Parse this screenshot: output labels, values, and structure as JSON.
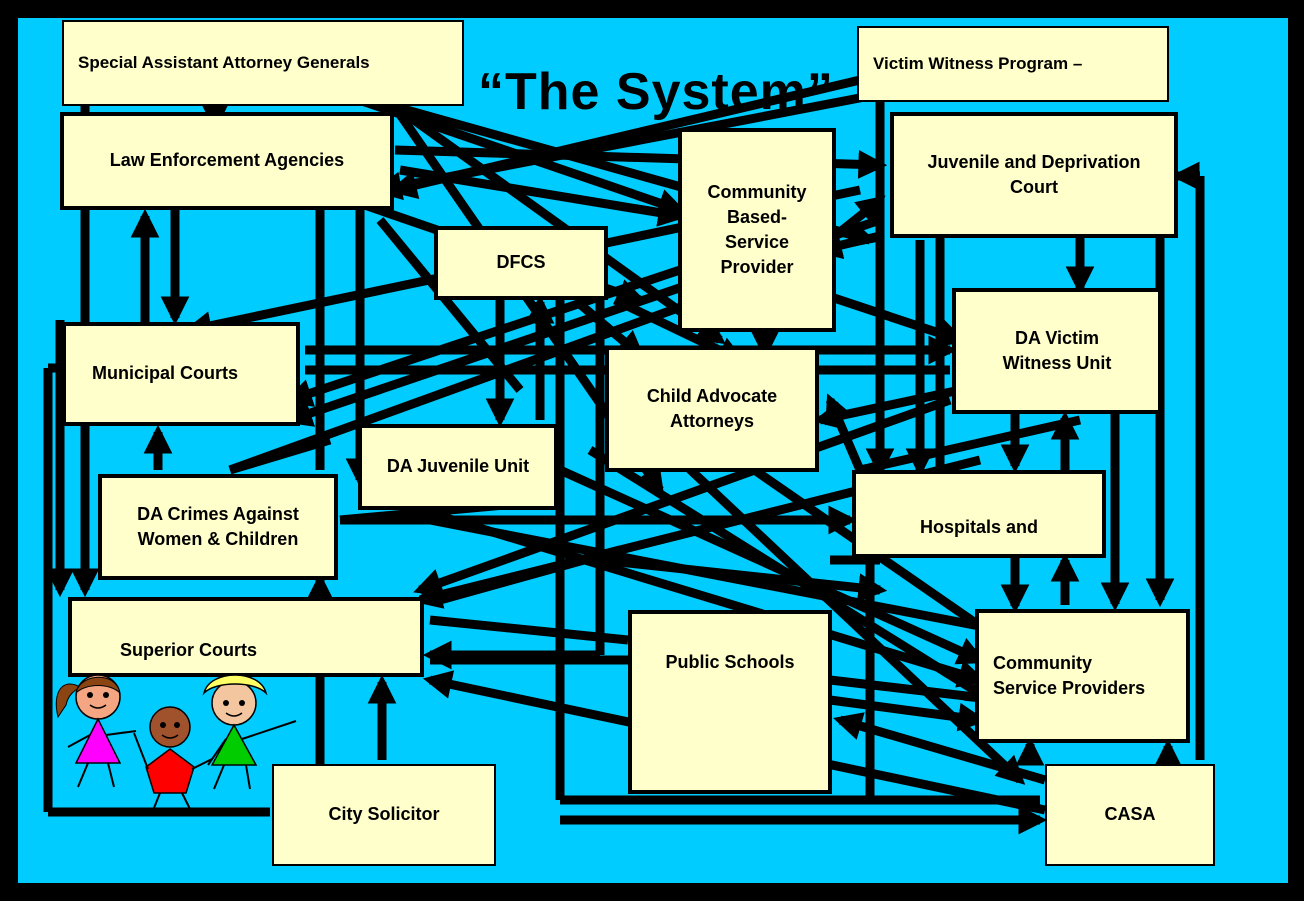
{
  "title": "“The System”",
  "colors": {
    "background": "#00ccff",
    "box_fill": "#ffffcc",
    "border": "#000000",
    "arrow": "#000000"
  },
  "boxes": {
    "special_assistant_ag": "Special Assistant Attorney Generals",
    "victim_witness_program": "Victim Witness Program –",
    "law_enforcement": "Law Enforcement Agencies",
    "community_based": "Community\nBased-\nService\nProvider",
    "juvenile_court": "Juvenile and Deprivation\nCourt",
    "dfcs": "DFCS",
    "municipal_courts": "Municipal Courts",
    "child_advocate": "Child Advocate\nAttorneys",
    "da_victim_witness": "DA Victim\nWitness Unit",
    "da_juvenile": "DA Juvenile Unit",
    "da_crimes": "DA Crimes Against\nWomen & Children",
    "hospitals": "Hospitals and",
    "superior_courts": "Superior Courts",
    "public_schools": "Public Schools",
    "community_service": "Community\nService Providers",
    "city_solicitor": "City Solicitor",
    "casa": "CASA"
  },
  "illustration": {
    "kids": [
      "girl-pigtails-pink",
      "boy-red-pentagon",
      "kid-yellow-hair-green"
    ]
  }
}
